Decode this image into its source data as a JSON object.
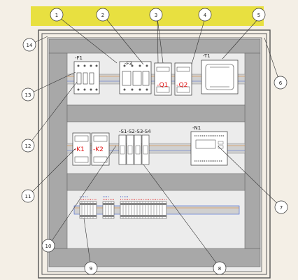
{
  "component_labels": {
    "f1": "-F1",
    "f3": "-F3",
    "q1": "-Q1",
    "q2": "-Q2",
    "t1": "-T1",
    "k1": "-K1",
    "k2": "-K2",
    "s_group": "-S1-S2-S3-S4",
    "n1": "-N1"
  },
  "callouts": [
    "1",
    "2",
    "3",
    "4",
    "5",
    "6",
    "7",
    "8",
    "9",
    "10",
    "11",
    "12",
    "13",
    "14"
  ],
  "colors": {
    "background": "#f4efe6",
    "header_strip": "#e8e040",
    "frame": "#555555",
    "rail": "#c0c0c0",
    "duct": "#a8a8a8",
    "label_red": "#e01010",
    "wire_blue": "#4060d0",
    "wire_orange": "#e08020"
  }
}
